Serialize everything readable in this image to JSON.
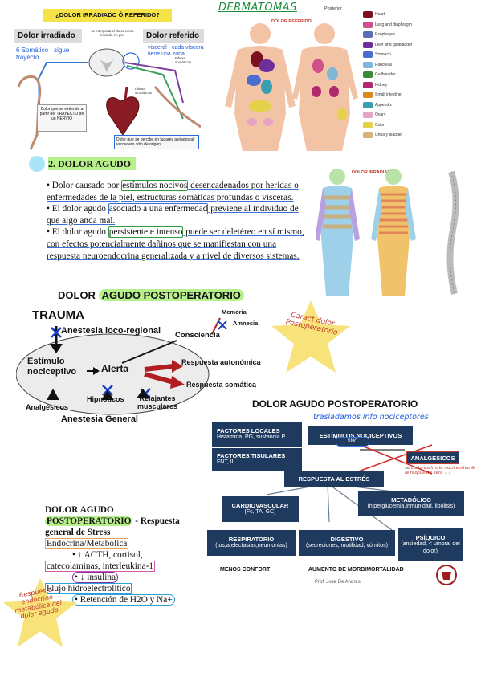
{
  "top_left": {
    "header": "¿DOLOR IRRADIADO Ó REFERIDO?",
    "label_irradiado": "Dolor irradiado",
    "label_referido": "Dolor referido",
    "center_note": "se interpreta el dolor como iniciado en piel",
    "fibres_somatic": "Fibras somáticas",
    "fibres_sympathetic": "Fibras simpáticas",
    "note_left": "Dolor que se extiende a partir del TRAYECTO de un NERVIO",
    "note_right": "Dolor que se percibe en lugares alejados al verdadero sitio de origen",
    "hand_left": "6 Somático · sigue trayecto",
    "hand_right": "visceral · cada víscera tiene una zona"
  },
  "top_right": {
    "hand_title": "DERMATOMAS",
    "label": "DOLOR REFERIDO",
    "posterior": "Posterior",
    "legend": [
      {
        "label": "Heart",
        "color": "#7a1020"
      },
      {
        "label": "Lung and diaphragm",
        "color": "#d0508a"
      },
      {
        "label": "Esophagus",
        "color": "#5b6fb8"
      },
      {
        "label": "Liver and gallbladder",
        "color": "#6f2f9a"
      },
      {
        "label": "Stomach",
        "color": "#4a6ed0"
      },
      {
        "label": "Pancreas",
        "color": "#7fb7d8"
      },
      {
        "label": "Gallbladder",
        "color": "#3b8a3b"
      },
      {
        "label": "Kidney",
        "color": "#b0286e"
      },
      {
        "label": "Small intestine",
        "color": "#d88a1e"
      },
      {
        "label": "Appendix",
        "color": "#3aa0b0"
      },
      {
        "label": "Ovary",
        "color": "#e7a3c6"
      },
      {
        "label": "Colon",
        "color": "#e3d24a"
      },
      {
        "label": "Urinary bladder",
        "color": "#d6b27a"
      }
    ]
  },
  "section2": {
    "number": "2",
    "title": "2. DOLOR AGUDO",
    "p1_a": "• Dolor causado por ",
    "p1_hl": "estímulos nocivos",
    "p1_b": " desencadenados por heridas o enfermedades de la piel, estructuras somáticas profundas o vísceras.",
    "p2_a": "• El dolor agudo ",
    "p2_hl": "asociado a una enfermedad",
    "p2_b": " previene al individuo de que algo anda mal.",
    "p3_a": "• El dolor agudo ",
    "p3_hl": "persistente e intenso",
    "p3_b": " puede ser deletéreo en sí mismo, con efectos potencialmente dañinos que se manifiestan con una respuesta neuroendocrina generalizada y a nivel de diversos sistemas.",
    "dermatome_label": "DOLOR IRRADIADO"
  },
  "postop1": {
    "title_a": "DOLOR ",
    "title_b": "AGUDO POSTOPERATORIO",
    "trauma": "TRAUMA",
    "anest_loco": "Anestesia loco-regional",
    "estimulo": "Estímulo nociceptivo",
    "alerta": "Alerta",
    "consciencia": "Consciencia",
    "memoria": "Memoria",
    "amnesia": "Amnesia",
    "resp_auto": "Respuesta autonómica",
    "resp_soma": "Respuesta somática",
    "hipnoticos": "Hipnóticos",
    "relajantes": "Relajantes musculares",
    "analgesicos": "Analgésicos",
    "anest_general": "Anestesia General",
    "star_note": "Caract dolor Postoperatorio"
  },
  "postop2": {
    "title": "DOLOR AGUDO POSTOPERATORIO",
    "hand_note": "trasladamos info nociceptores",
    "factores_locales": "FACTORES LOCALES",
    "factores_locales_sub": "Histamina, PG, sustancia P",
    "factores_tisulares": "FACTORES TISULARES",
    "factores_tisulares_sub": "FNT, IL",
    "estimulos": "ESTÍMULOS NOCICEPTIVOS",
    "snc": "SNC",
    "analgesicos": "ANALGÉSICOS",
    "analg_note": "se corta estímulo nociceptivo ⊖ la respuesta será ↓↓",
    "respuesta": "RESPUESTA AL ESTRÉS",
    "cardio": "CARDIOVASCULAR",
    "cardio_sub": "(Fc, TA, GC)",
    "metabolico": "METABÓLICO",
    "metabolico_sub": "(hiperglucemia,inmunidad, lipólisis)",
    "resp": "RESPIRATORIO",
    "resp_sub": "(tos,atelectasias,neumonías)",
    "digestivo": "DIGESTIVO",
    "digestivo_sub": "(secreciones, motilidad, vómitos)",
    "psiquico": "PSÍQUICO",
    "psiquico_sub": "(ansiedad, < umbral del dolor)",
    "menos_confort": "MENOS CONFORT",
    "aumento": "AUMENTO DE MORBIMORTALIDAD",
    "prof": "Prof. Jose De Andrés"
  },
  "endo": {
    "title1": "DOLOR AGUDO",
    "title2": "POSTOPERATORIO",
    "title3": " - Respuesta general de Stress",
    "line1": "Endocrina/Metabolica",
    "line2": "• ↑ ACTH, cortisol,",
    "line3": "catecolaminas, interleukina-1",
    "line4": "• ↓ insulina",
    "line5": "Flujo hidroelectrolítico",
    "line6": "• Retención de H2O y Na+",
    "star_note": "Respuesta endocrino metabólica del dolor agudo"
  }
}
